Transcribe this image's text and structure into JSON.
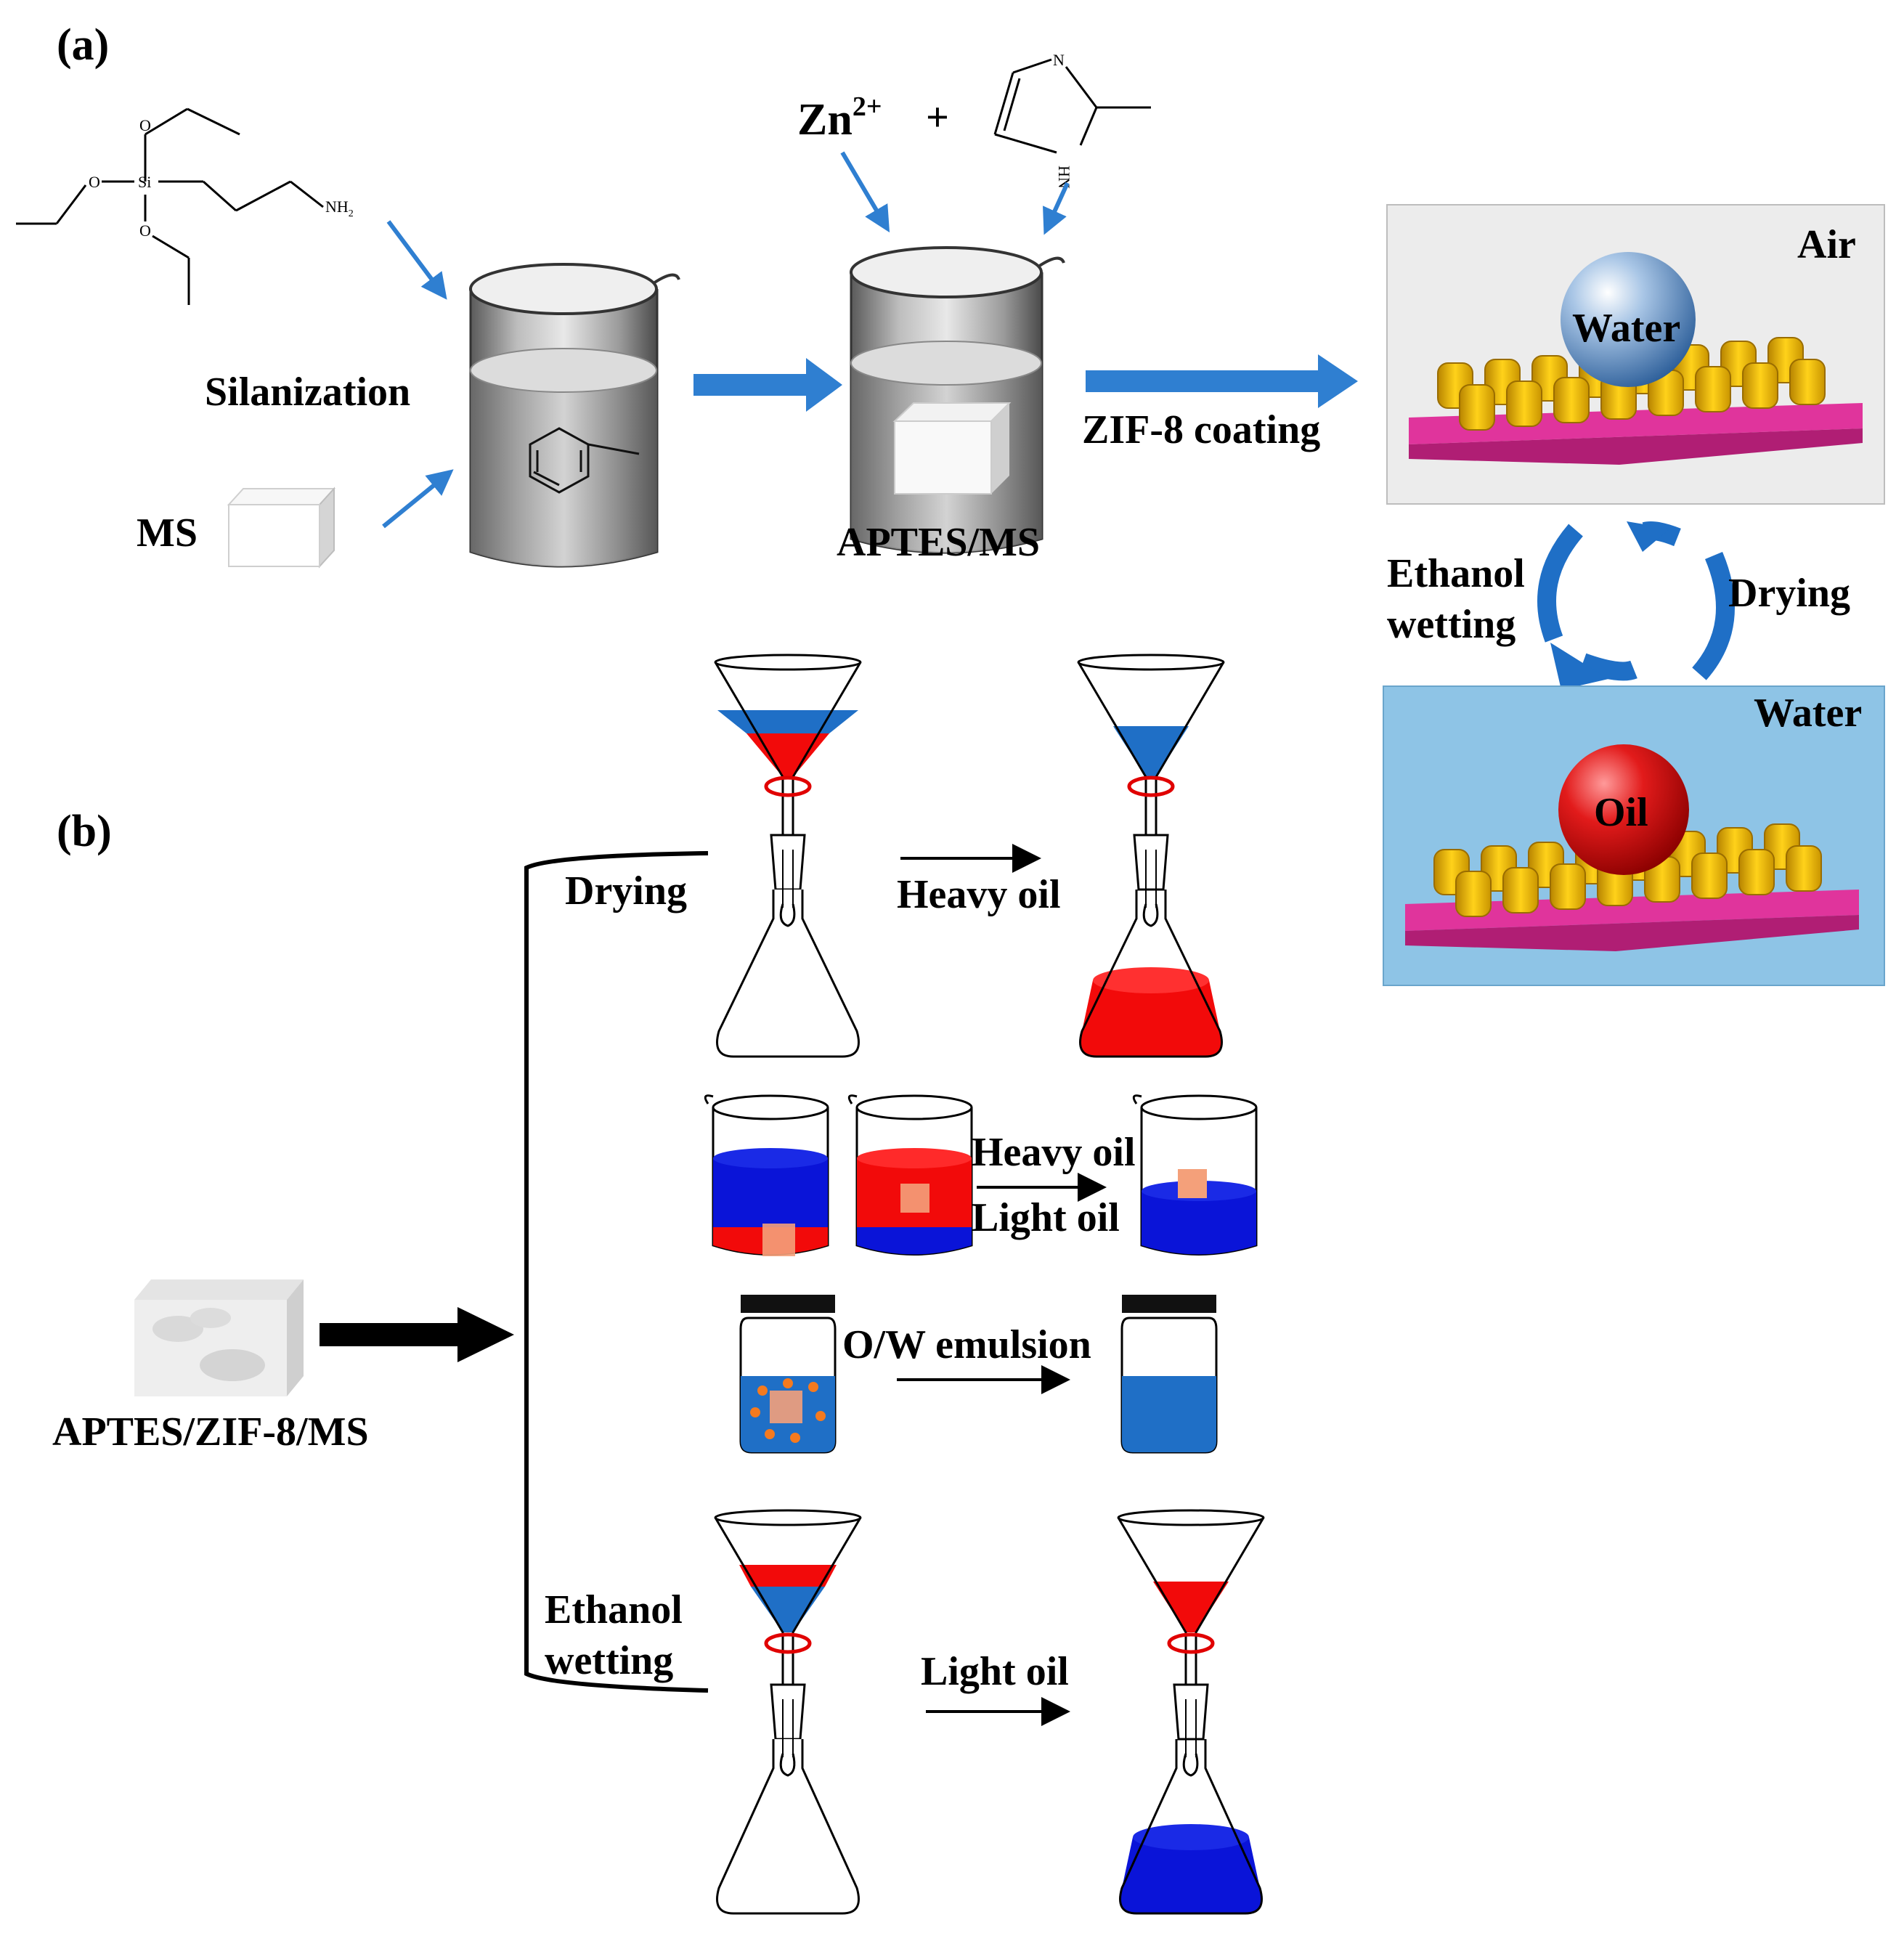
{
  "panel_a": {
    "tag": "(a)",
    "silanization": "Silanization",
    "ms": "MS",
    "aptes_ms": "APTES/MS",
    "zn": "Zn",
    "zn_charge": "2+",
    "plus": "+",
    "zif8_coating": "ZIF-8 coating",
    "air": "Air",
    "water_drop": "Water",
    "water_medium": "Water",
    "oil_drop": "Oil",
    "ethanol_line1": "Ethanol",
    "ethanol_line2": "wetting",
    "drying": "Drying",
    "chem_o": "O",
    "chem_si": "Si",
    "chem_nh2": "NH",
    "chem_nh2_sub": "2",
    "chem_n": "N",
    "chem_hn": "HN"
  },
  "panel_b": {
    "tag": "(b)",
    "material": "APTES/ZIF-8/MS",
    "drying": "Drying",
    "heavy_oil_top": "Heavy oil",
    "heavy_oil_mid": "Heavy oil",
    "light_oil_mid": "Light oil",
    "ow_emulsion": "O/W emulsion",
    "ethanol_line1": "Ethanol",
    "ethanol_line2": "wetting",
    "light_oil_bottom": "Light oil"
  },
  "colors": {
    "arrow_blue": "#2f7fd1",
    "water_blue": "#1f6fc6",
    "deep_blue": "#0a14d8",
    "oil_red": "#f20a0a",
    "substrate_pink": "#e0349c",
    "pillar_gold": "#e6b000",
    "air_bg": "#ececec",
    "water_bg": "#8ec4e6",
    "droplet_orange": "#f47a1f"
  }
}
